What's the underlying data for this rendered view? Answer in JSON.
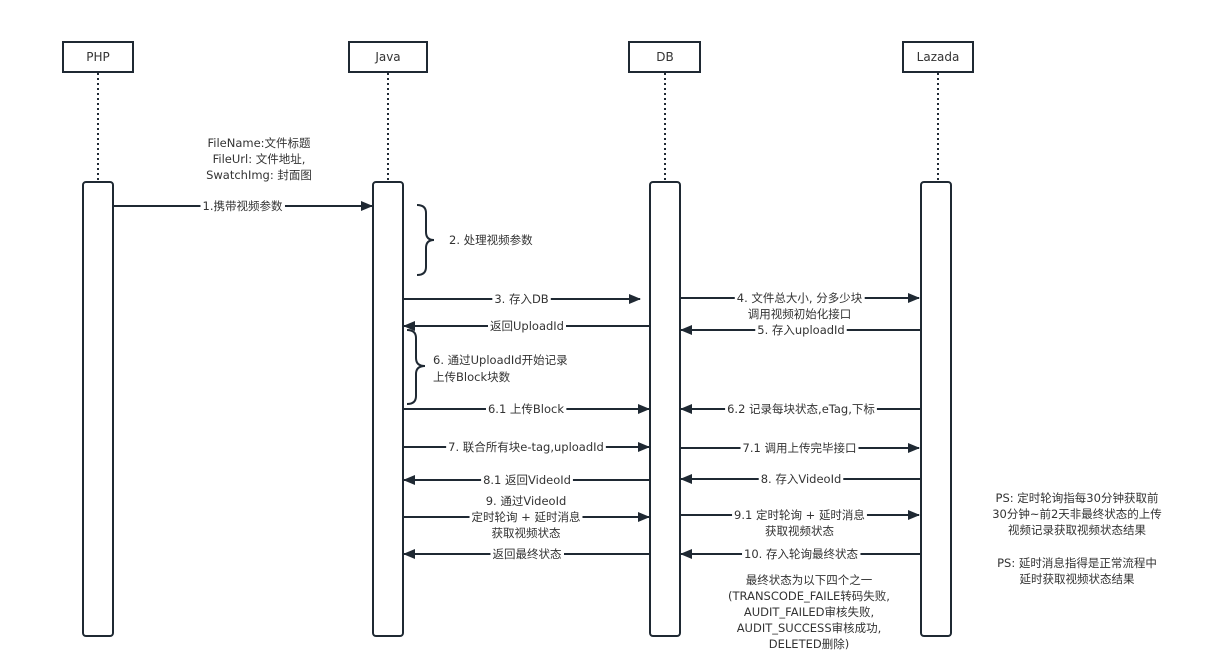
{
  "diagram": {
    "type": "sequence",
    "colors": {
      "stroke": "#1f2933",
      "text": "#333333",
      "background": "#ffffff"
    },
    "participants": [
      {
        "id": "php",
        "label": "PHP"
      },
      {
        "id": "java",
        "label": "Java"
      },
      {
        "id": "db",
        "label": "DB"
      },
      {
        "id": "lazada",
        "label": "Lazada"
      }
    ],
    "param_note": {
      "lines": [
        "FileName:文件标题",
        "FileUrl: 文件地址,",
        "SwatchImg: 封面图"
      ]
    },
    "messages": [
      {
        "id": "m1",
        "from": "php",
        "to": "java",
        "lines": [
          "1.携带视频参数"
        ]
      },
      {
        "id": "m3",
        "from": "java",
        "to": "db",
        "lines": [
          "3. 存入DB"
        ]
      },
      {
        "id": "m_ret_upload",
        "from": "db",
        "to": "java",
        "lines": [
          "返回UploadId"
        ]
      },
      {
        "id": "m4",
        "from": "db",
        "to": "lazada",
        "lines": [
          "4. 文件总大小, 分多少块",
          "调用视频初始化接口"
        ]
      },
      {
        "id": "m5",
        "from": "lazada",
        "to": "db",
        "lines": [
          "5. 存入uploadId"
        ]
      },
      {
        "id": "m61",
        "from": "java",
        "to": "db",
        "lines": [
          "6.1 上传Block"
        ]
      },
      {
        "id": "m62",
        "from": "lazada",
        "to": "db",
        "lines": [
          "6.2 记录每块状态,eTag,下标"
        ]
      },
      {
        "id": "m7",
        "from": "java",
        "to": "db",
        "lines": [
          "7. 联合所有块e-tag,uploadId"
        ]
      },
      {
        "id": "m71",
        "from": "db",
        "to": "lazada",
        "lines": [
          "7.1 调用上传完毕接口"
        ]
      },
      {
        "id": "m81",
        "from": "db",
        "to": "java",
        "lines": [
          "8.1 返回VideoId"
        ]
      },
      {
        "id": "m8",
        "from": "lazada",
        "to": "db",
        "lines": [
          "8. 存入VideoId"
        ]
      },
      {
        "id": "m9",
        "from": "java",
        "to": "db",
        "lines": [
          "9. 通过VideoId",
          "定时轮询 + 延时消息",
          "获取视频状态"
        ]
      },
      {
        "id": "m91",
        "from": "db",
        "to": "lazada",
        "lines": [
          "9.1 定时轮询 + 延时消息",
          "获取视频状态"
        ]
      },
      {
        "id": "m_ret_final",
        "from": "db",
        "to": "java",
        "lines": [
          "返回最终状态"
        ]
      },
      {
        "id": "m10",
        "from": "lazada",
        "to": "db",
        "lines": [
          "10. 存入轮询最终状态"
        ]
      }
    ],
    "braces": [
      {
        "id": "b2",
        "participant": "java",
        "lines": [
          "2. 处理视频参数"
        ]
      },
      {
        "id": "b6",
        "participant": "java",
        "lines": [
          "6. 通过UploadId开始记录",
          "上传Block块数"
        ]
      }
    ],
    "final_status_note": {
      "lines": [
        "最终状态为以下四个之一",
        "(TRANSCODE_FAILE转码失败,",
        "AUDIT_FAILED审核失败,",
        "AUDIT_SUCCESS审核成功,",
        "DELETED删除)"
      ]
    },
    "ps_notes": [
      {
        "id": "ps1",
        "lines": [
          "PS: 定时轮询指每30分钟获取前",
          "30分钟~前2天非最终状态的上传",
          "视频记录获取视频状态结果"
        ]
      },
      {
        "id": "ps2",
        "lines": [
          "PS: 延时消息指得是正常流程中",
          "延时获取视频状态结果"
        ]
      }
    ]
  }
}
